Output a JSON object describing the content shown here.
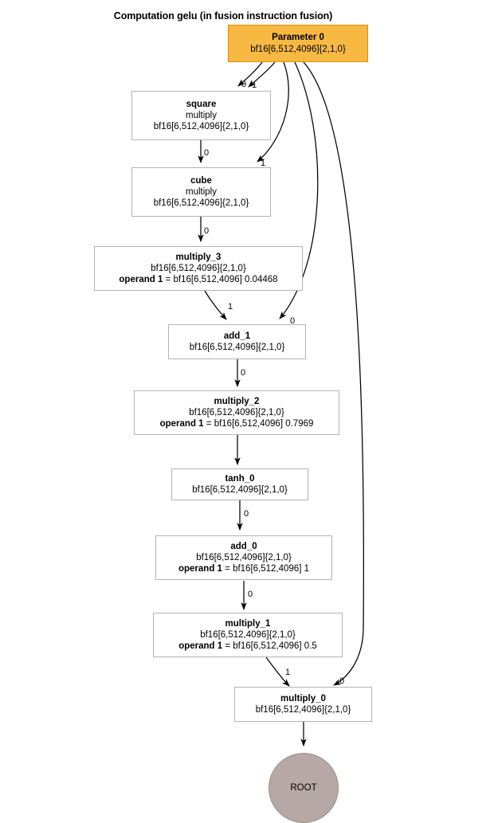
{
  "graph": {
    "title": "Computation gelu (in fusion instruction fusion)",
    "colors": {
      "parameter_fill": "#f7b941",
      "parameter_border": "#dd8e12",
      "node_fill": "#ffffff",
      "node_border": "#b3b3b3",
      "root_fill": "#b6a8a4",
      "edge": "#000000",
      "background": "#ffffff"
    },
    "nodes": [
      {
        "id": "parameter-0",
        "name": "Parameter 0",
        "op": "",
        "shape": "bf16[6,512,4096]{2,1,0}",
        "operand": "",
        "kind": "parameter"
      },
      {
        "id": "square",
        "name": "square",
        "op": "multiply",
        "shape": "bf16[6,512,4096]{2,1,0}",
        "operand": "",
        "kind": "op"
      },
      {
        "id": "cube",
        "name": "cube",
        "op": "multiply",
        "shape": "bf16[6,512,4096]{2,1,0}",
        "operand": "",
        "kind": "op"
      },
      {
        "id": "multiply-3",
        "name": "multiply_3",
        "op": "",
        "shape": "bf16[6,512,4096]{2,1,0}",
        "operand_label": "operand 1",
        "operand_value": "= bf16[6,512,4096] 0.04468",
        "kind": "op"
      },
      {
        "id": "add-1",
        "name": "add_1",
        "op": "",
        "shape": "bf16[6,512,4096]{2,1,0}",
        "operand": "",
        "kind": "op"
      },
      {
        "id": "multiply-2",
        "name": "multiply_2",
        "op": "",
        "shape": "bf16[6,512,4096]{2,1,0}",
        "operand_label": "operand 1",
        "operand_value": "= bf16[6,512,4096] 0.7969",
        "kind": "op"
      },
      {
        "id": "tanh-0",
        "name": "tanh_0",
        "op": "",
        "shape": "bf16[6,512,4096]{2,1,0}",
        "operand": "",
        "kind": "op"
      },
      {
        "id": "add-0",
        "name": "add_0",
        "op": "",
        "shape": "bf16[6,512,4096]{2,1,0}",
        "operand_label": "operand 1",
        "operand_value": "= bf16[6,512,4096] 1",
        "kind": "op"
      },
      {
        "id": "multiply-1",
        "name": "multiply_1",
        "op": "",
        "shape": "bf16[6,512,4096]{2,1,0}",
        "operand_label": "operand 1",
        "operand_value": "= bf16[6,512,4096] 0.5",
        "kind": "op"
      },
      {
        "id": "multiply-0",
        "name": "multiply_0",
        "op": "",
        "shape": "bf16[6,512,4096]{2,1,0}",
        "operand": "",
        "kind": "op"
      },
      {
        "id": "root",
        "name": "ROOT",
        "op": "",
        "shape": "",
        "operand": "",
        "kind": "root"
      }
    ],
    "edges": [
      {
        "id": "e-param-square-0",
        "from": "parameter-0",
        "to": "square",
        "label": "0"
      },
      {
        "id": "e-param-square-1",
        "from": "parameter-0",
        "to": "square",
        "label": "1"
      },
      {
        "id": "e-square-cube",
        "from": "square",
        "to": "cube",
        "label": "0"
      },
      {
        "id": "e-param-cube",
        "from": "parameter-0",
        "to": "cube",
        "label": "1"
      },
      {
        "id": "e-cube-multiply3",
        "from": "cube",
        "to": "multiply-3",
        "label": "0"
      },
      {
        "id": "e-multiply3-add1",
        "from": "multiply-3",
        "to": "add-1",
        "label": "1"
      },
      {
        "id": "e-param-add1",
        "from": "parameter-0",
        "to": "add-1",
        "label": "0"
      },
      {
        "id": "e-add1-multiply2",
        "from": "add-1",
        "to": "multiply-2",
        "label": "0"
      },
      {
        "id": "e-multiply2-tanh0",
        "from": "multiply-2",
        "to": "tanh-0",
        "label": ""
      },
      {
        "id": "e-tanh0-add0",
        "from": "tanh-0",
        "to": "add-0",
        "label": "0"
      },
      {
        "id": "e-add0-multiply1",
        "from": "add-0",
        "to": "multiply-1",
        "label": "0"
      },
      {
        "id": "e-multiply1-multiply0",
        "from": "multiply-1",
        "to": "multiply-0",
        "label": "1"
      },
      {
        "id": "e-param-multiply0",
        "from": "parameter-0",
        "to": "multiply-0",
        "label": "0"
      },
      {
        "id": "e-multiply0-root",
        "from": "multiply-0",
        "to": "root",
        "label": ""
      }
    ]
  }
}
